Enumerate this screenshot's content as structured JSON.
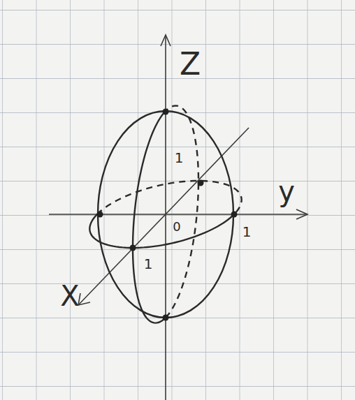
{
  "diagram": {
    "labels": [
      "Z",
      "1",
      "y",
      "0",
      "1",
      "1",
      "X"
    ]
  }
}
